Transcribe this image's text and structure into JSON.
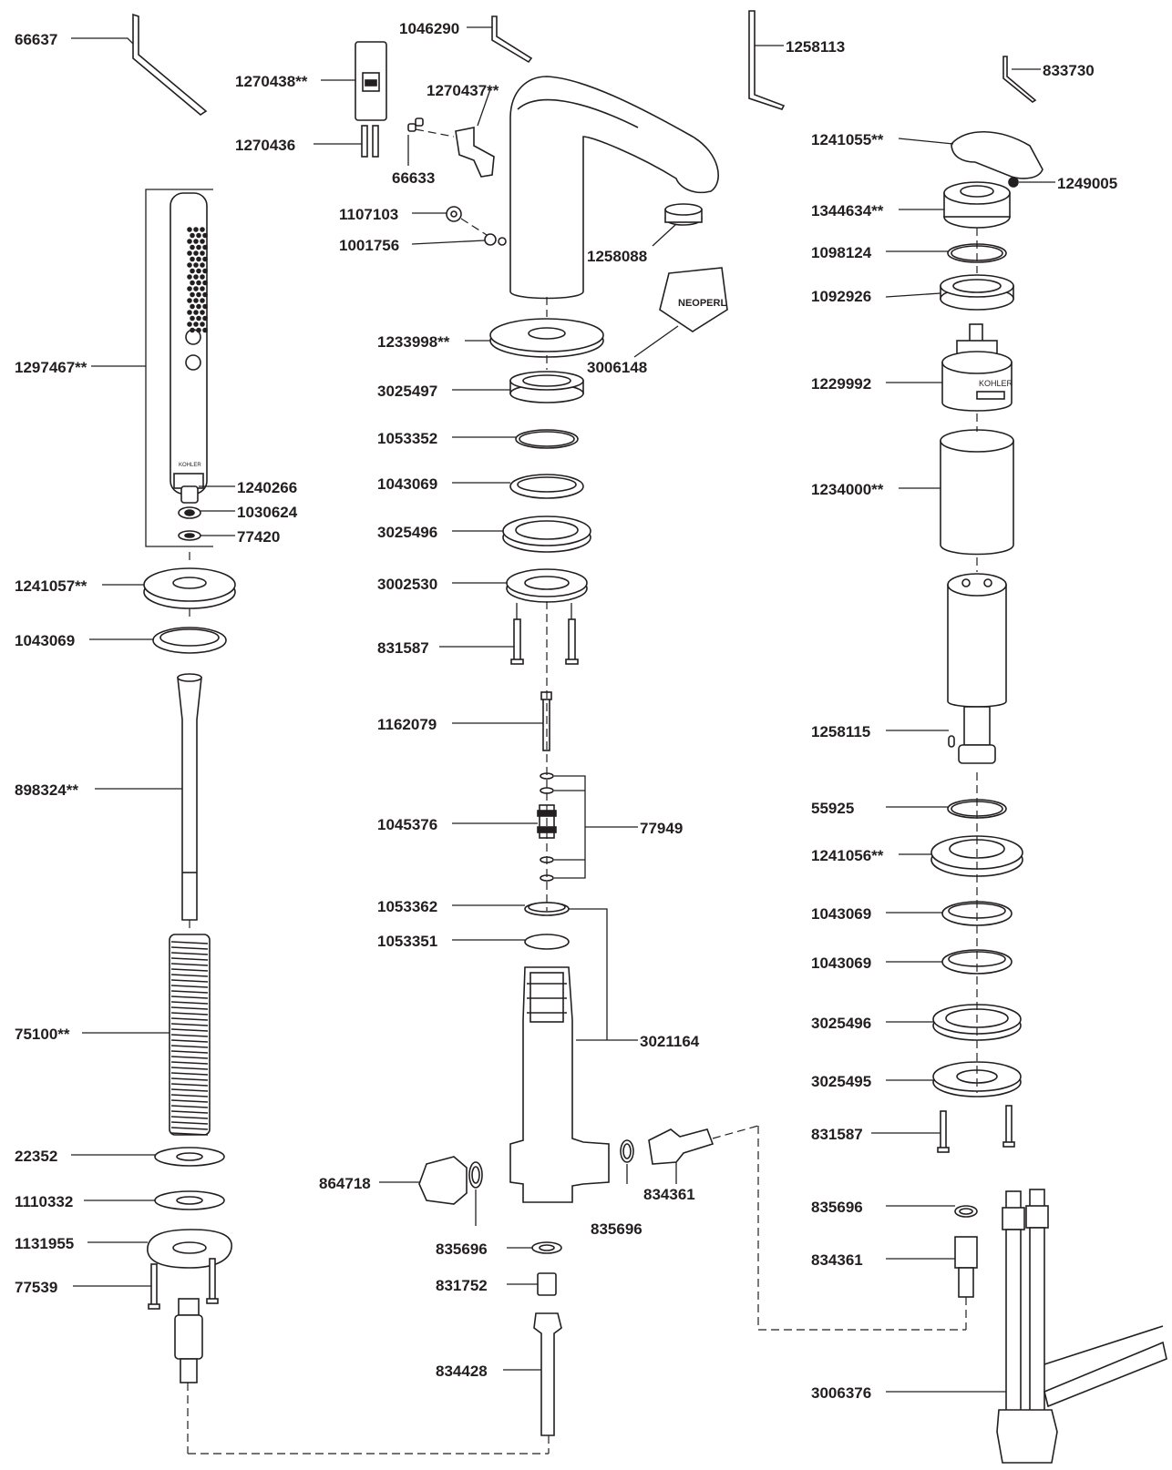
{
  "diagram": {
    "parts": {
      "p66637": "66637",
      "p1046290": "1046290",
      "p1258113": "1258113",
      "p833730": "833730",
      "p1270438": "1270438**",
      "p1270437": "1270437**",
      "p1270436": "1270436",
      "p66633": "66633",
      "p1241055": "1241055**",
      "p1249005": "1249005",
      "p1107103": "1107103",
      "p1001756": "1001756",
      "p1258088": "1258088",
      "p1344634": "1344634**",
      "p1098124": "1098124",
      "p1092926": "1092926",
      "p1233998": "1233998**",
      "p3006148": "3006148",
      "p1297467": "1297467**",
      "p3025497": "3025497",
      "p1229992": "1229992",
      "p1053352": "1053352",
      "p1043069_c1": "1043069",
      "p1240266": "1240266",
      "p1234000": "1234000**",
      "p1030624": "1030624",
      "p3025496_c": "3025496",
      "p77420": "77420",
      "p1241057": "1241057**",
      "p3002530": "3002530",
      "p1043069_l": "1043069",
      "p831587_c": "831587",
      "p1162079": "1162079",
      "p1258115": "1258115",
      "p898324": "898324**",
      "p1045376": "1045376",
      "p77949": "77949",
      "p55925": "55925",
      "p1241056": "1241056**",
      "p1053362": "1053362",
      "p1043069_r1": "1043069",
      "p1053351": "1053351",
      "p1043069_r2": "1043069",
      "p75100": "75100**",
      "p3021164": "3021164",
      "p3025496_r": "3025496",
      "p3025495": "3025495",
      "p831587_r": "831587",
      "p22352": "22352",
      "p834361_c": "834361",
      "p1110332": "1110332",
      "p864718": "864718",
      "p835696_r": "835696",
      "p835696_c1": "835696",
      "p835696_c2": "835696",
      "p1131955": "1131955",
      "p831752": "831752",
      "p834361_r": "834361",
      "p77539": "77539",
      "p834428": "834428",
      "p3006376": "3006376"
    },
    "markings": {
      "kohler_cartridge": "KOHLER",
      "kohler_handshower": "KOHLER",
      "neoperl": "NEOPERL"
    }
  }
}
